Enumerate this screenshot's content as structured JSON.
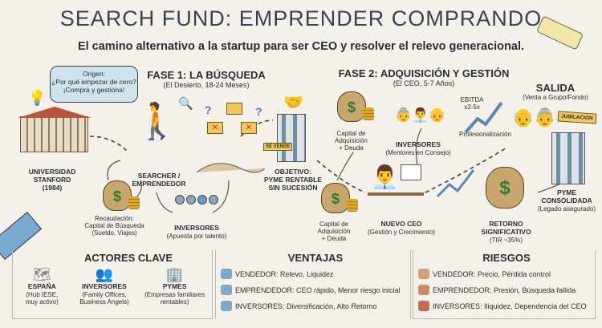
{
  "title": "SEARCH FUND: EMPRENDER COMPRANDO",
  "subtitle": "El camino alternativo a la startup para ser CEO y resolver el relevo generacional.",
  "origin": {
    "line1": "Origen:",
    "line2": "¿Por qué empezar de cero?",
    "line3": "¡Compra y gestiona!"
  },
  "phase1": {
    "title": "FASE 1: LA BÚSQUEDA",
    "subtitle": "(El Desierto, 18-24 Meses)"
  },
  "phase2": {
    "title": "FASE 2: ADQUISICIÓN Y GESTIÓN",
    "subtitle": "(El CEO, 5-7 Años)"
  },
  "exit": {
    "title": "SALIDA",
    "subtitle": "(Venta a Grupo/Fondo)"
  },
  "nodes": {
    "university": {
      "l1": "UNIVERSIDAD",
      "l2": "STANFORD",
      "l3": "(1984)"
    },
    "searcher": {
      "l1": "SEARCHER /",
      "l2": "EMPRENDEDOR"
    },
    "fundraise": {
      "l1": "Recaudación:",
      "l2": "Capital de Búsqueda",
      "l3": "(Sueldo, Viajes)"
    },
    "investors1": {
      "l1": "INVERSORES",
      "l2": "(Apuesta por talento)"
    },
    "target": {
      "l1": "OBJETIVO:",
      "l2": "PYME RENTABLE",
      "l3": "SIN SUCESIÓN",
      "sign": "SE VENDE"
    },
    "capital_top": {
      "l1": "Capital de",
      "l2": "Adquisición",
      "l3": "+ Deuda"
    },
    "capital_bottom": {
      "l1": "Capital de",
      "l2": "Adquisición",
      "l3": "+ Deuda"
    },
    "ceo": {
      "l1": "NUEVO CEO",
      "l2": "(Gestión y Crecimiento)"
    },
    "mentors": {
      "l1": "INVERSORES",
      "l2": "(Mentores en Consejo)"
    },
    "ebitda": {
      "l1": "EBITDA",
      "l2": "x2-5x"
    },
    "professional": "Profesionalización",
    "return": {
      "l1": "RETORNO",
      "l2": "SIGNIFICATIVO",
      "l3": "(TIR ~35%)"
    },
    "sme": {
      "l1": "PYME",
      "l2": "CONSOLIDADA",
      "l3": "(Legado asegurado)",
      "sign": "JUBILACIÓN"
    }
  },
  "actors": {
    "title": "ACTORES CLAVE",
    "items": [
      {
        "name": "ESPAÑA",
        "desc1": "(Hub IESE,",
        "desc2": "muy activo)"
      },
      {
        "name": "INVERSORES",
        "desc1": "(Family Offices,",
        "desc2": "Business Angels)"
      },
      {
        "name": "PYMES",
        "desc1": "(Empresas familiares",
        "desc2": "rentables)"
      }
    ]
  },
  "advantages": {
    "title": "VENTAJAS",
    "items": [
      "VENDEDOR: Relevo, Liquidez",
      "EMPRENDEDOR: CEO rápido, Menor riesgo inicial",
      "INVERSORES: Diversificación, Alto Retorno"
    ]
  },
  "risks": {
    "title": "RIESGOS",
    "items": [
      "VENDEDOR: Precio, Pérdida control",
      "EMPRENDEDOR: Presión, Búsqueda fallida",
      "INVERSORES: Iliquidez, Dependencia del CEO"
    ]
  },
  "colors": {
    "thumb_up": "#7fa8c9",
    "thumb_down": "#c98a6a",
    "money": "#2f7a36"
  }
}
